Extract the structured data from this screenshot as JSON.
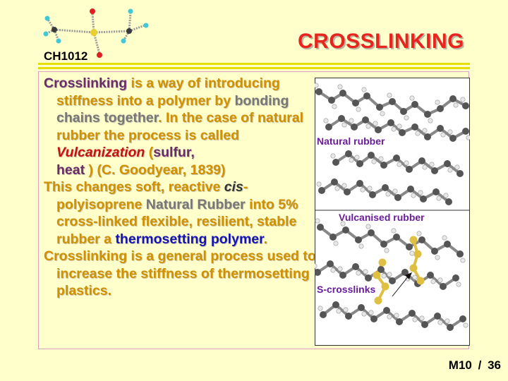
{
  "header": {
    "course_code": "CH1012",
    "title": "CROSSLINKING"
  },
  "body": {
    "p1": {
      "term": "Crosslinking",
      "a": " is a way of introducing stiffness into a polymer by ",
      "b": "bonding chains together",
      "c": ".  In the case of natural rubber the process is called ",
      "vulc": "Vulcanization",
      "d": " (",
      "sulfur": "sulfur,",
      "heat": "heat",
      "e": " ) (C. Goodyear, 1839)"
    },
    "p2": {
      "a": "This changes soft, reactive ",
      "cis": "cis",
      "poly": "-polyisoprene",
      "nr": "Natural Rubber",
      "b": " into 5% cross-linked flexible, resilient, stable rubber a ",
      "thermo": "thermosetting polymer",
      "c": "."
    },
    "p3": "Crosslinking is a general process used to increase the stiffness of thermosetting plastics."
  },
  "figure": {
    "label_natural": "Natural rubber",
    "label_vulcanised": "Vulcanised rubber",
    "label_crosslinks": "S-crosslinks",
    "colors": {
      "carbon": "#555555",
      "hydrogen": "#e8e8e8",
      "sulfur": "#e0c040",
      "label_purple": "#6a1c9a",
      "label_violet": "#8020a0"
    }
  },
  "footer": {
    "slide": "M10",
    "separator": "/",
    "page": "36"
  },
  "colors": {
    "background": "#ffffcc",
    "title": "#e8241e",
    "rule": "#e7dd00",
    "text_gold": "#d09000",
    "text_purple": "#6a2c6a",
    "text_blue": "#1414b4",
    "text_red": "#c81010"
  }
}
